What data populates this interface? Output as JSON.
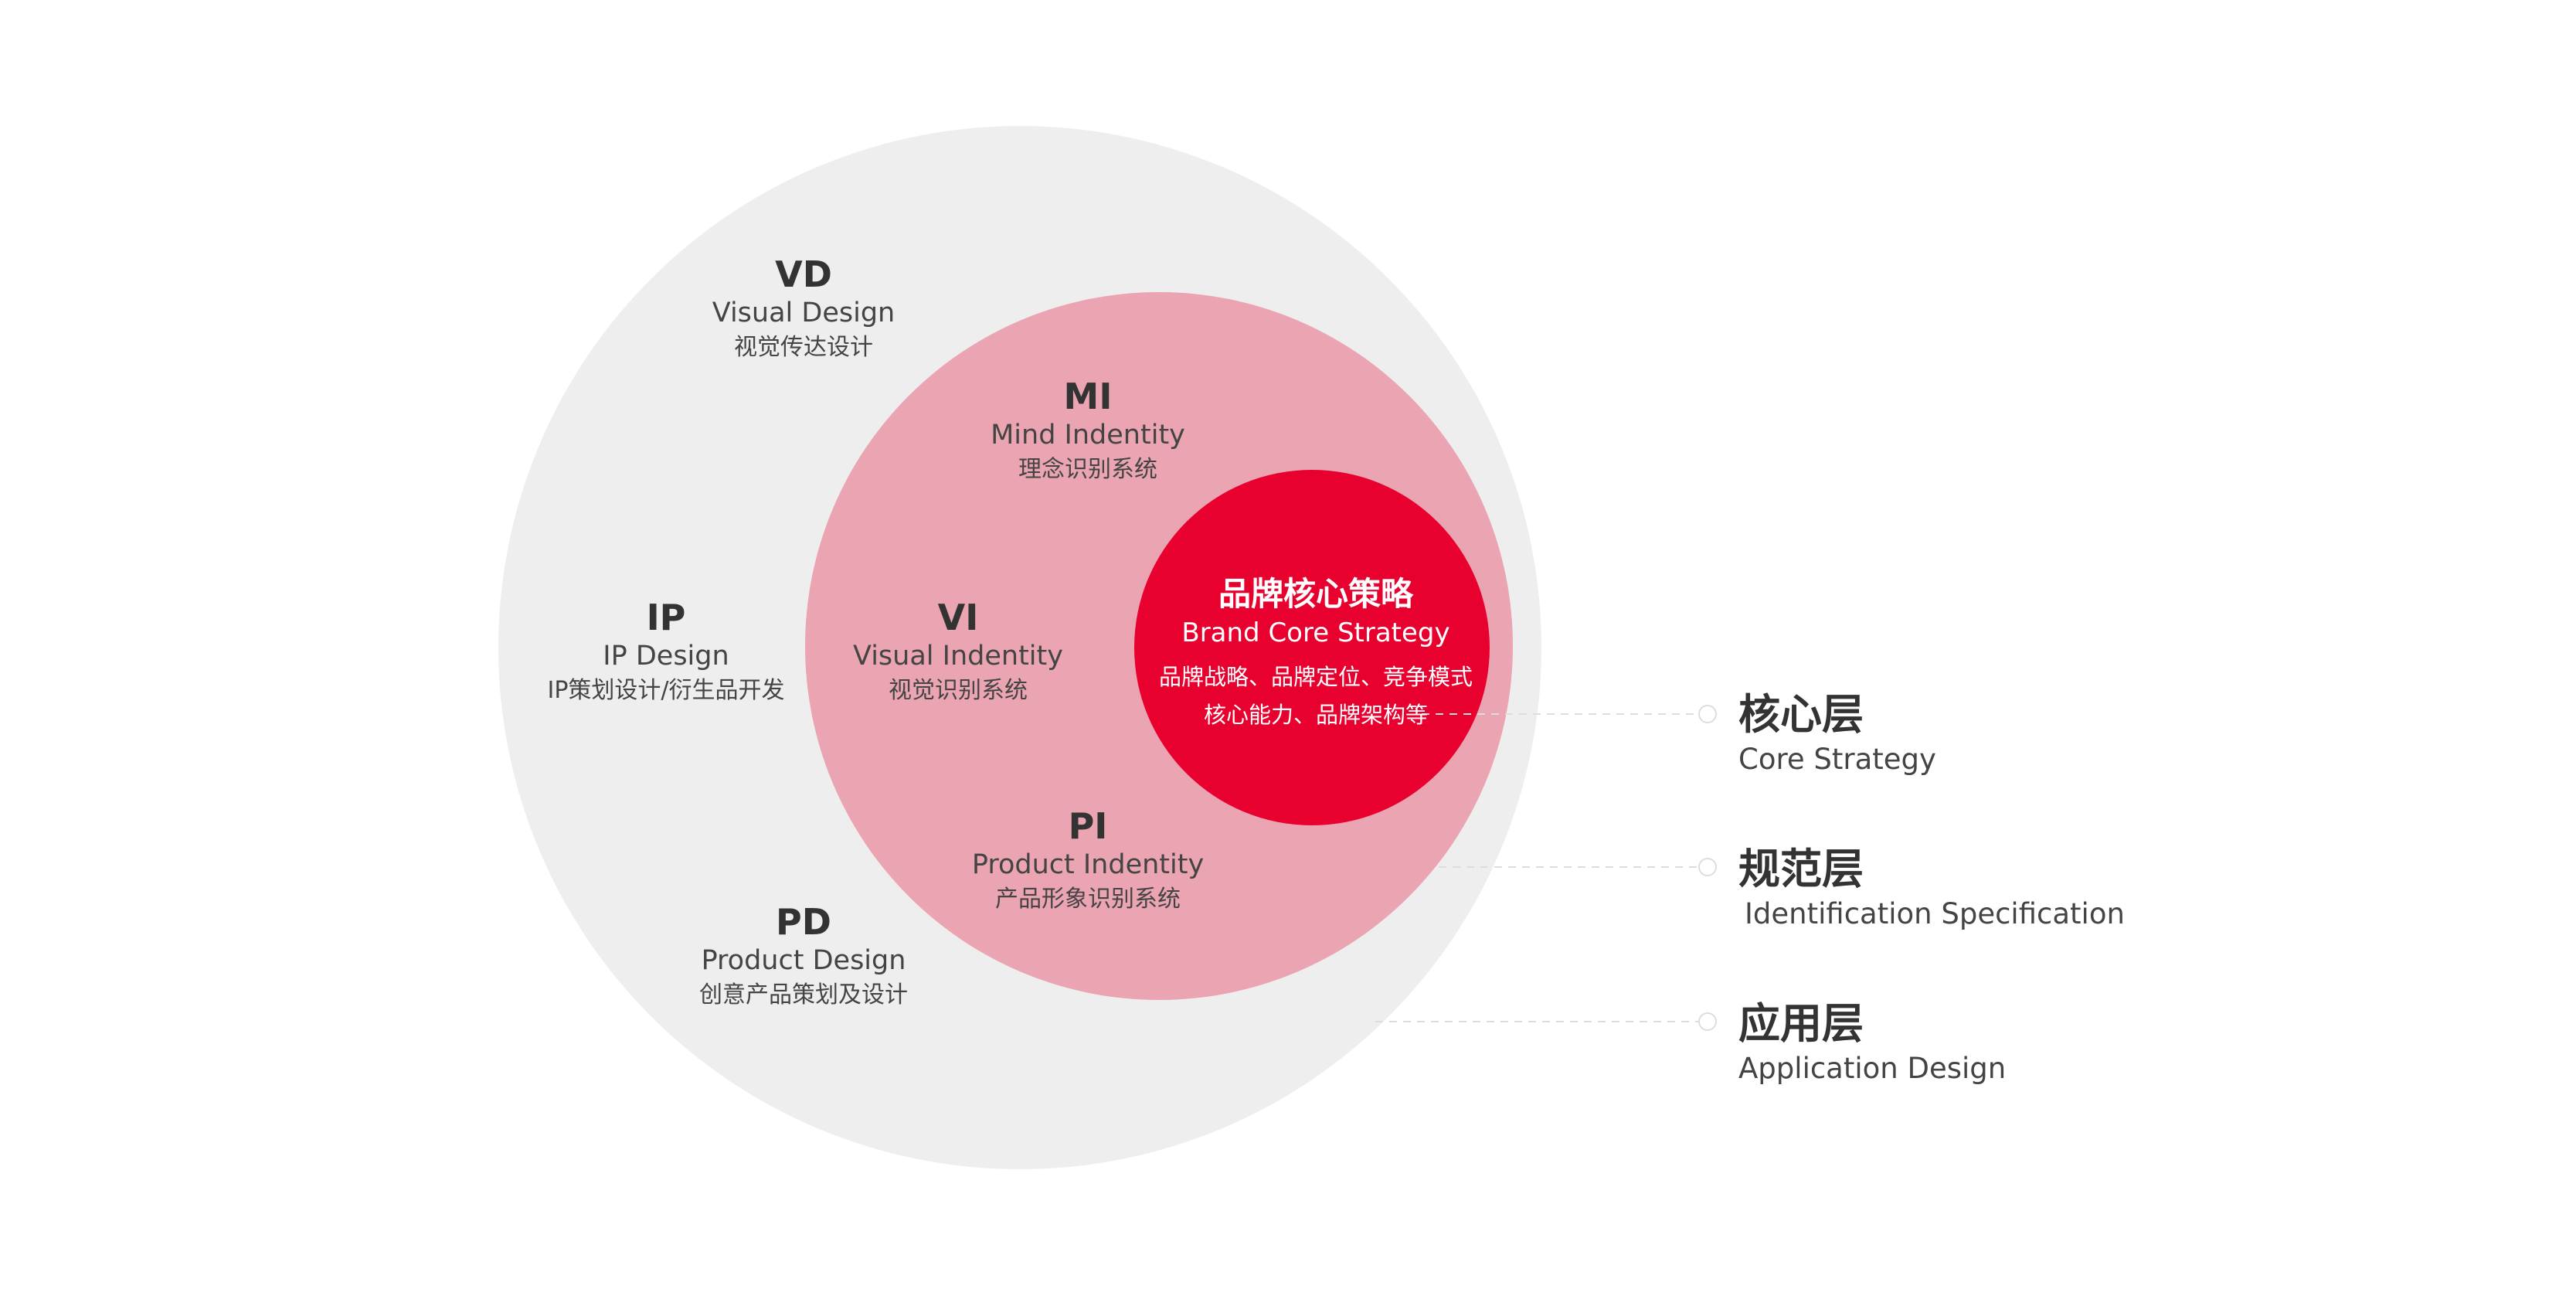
{
  "colors": {
    "outer_ring": "#eeeeee",
    "middle_ring": "#eba4b1",
    "core": "#e8002e",
    "connector": "#dddddd"
  },
  "outer": {
    "vd": {
      "abbr": "VD",
      "en": "Visual Design",
      "zh": "视觉传达设计"
    },
    "ip": {
      "abbr": "IP",
      "en": "IP Design",
      "zh": "IP策划设计/衍生品开发"
    },
    "pd": {
      "abbr": "PD",
      "en": "Product Design",
      "zh": "创意产品策划及设计"
    }
  },
  "middle": {
    "mi": {
      "abbr": "MI",
      "en": "Mind Indentity",
      "zh": "理念识别系统"
    },
    "vi": {
      "abbr": "VI",
      "en": "Visual Indentity",
      "zh": "视觉识别系统"
    },
    "pi": {
      "abbr": "PI",
      "en": "Product Indentity",
      "zh": "产品形象识别系统"
    }
  },
  "core": {
    "title": "品牌核心策略",
    "en": "Brand Core Strategy",
    "line1": "品牌战略、品牌定位、竞争模式",
    "line2": "核心能力、品牌架构等"
  },
  "legend": {
    "core_layer": {
      "title": "核心层",
      "subtitle": "Core Strategy"
    },
    "spec_layer": {
      "title": "规范层",
      "subtitle": "Identification Specification"
    },
    "app_layer": {
      "title": "应用层",
      "subtitle": "Application Design"
    }
  }
}
